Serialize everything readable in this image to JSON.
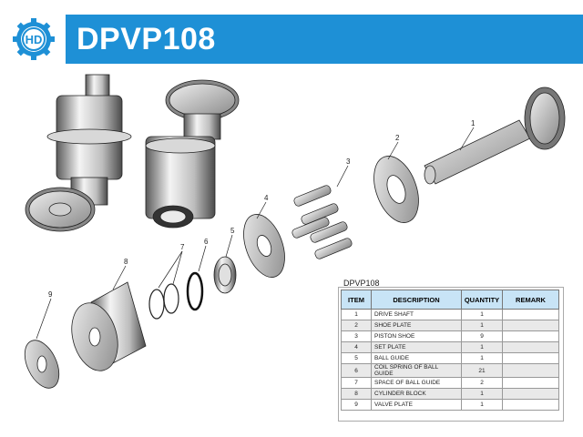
{
  "header": {
    "title": "DPVP108",
    "logo_text": "HD"
  },
  "callouts": [
    "1",
    "2",
    "3",
    "4",
    "5",
    "6",
    "7",
    "8",
    "9"
  ],
  "parts_table": {
    "caption": "DPVP108",
    "columns": [
      "ITEM",
      "DESCRIPTION",
      "QUANTITY",
      "REMARK"
    ],
    "rows": [
      {
        "item": "1",
        "description": "DRIVE SHAFT",
        "quantity": "1",
        "remark": ""
      },
      {
        "item": "2",
        "description": "SHOE PLATE",
        "quantity": "1",
        "remark": ""
      },
      {
        "item": "3",
        "description": "PISTON SHOE",
        "quantity": "9",
        "remark": ""
      },
      {
        "item": "4",
        "description": "SET PLATE",
        "quantity": "1",
        "remark": ""
      },
      {
        "item": "5",
        "description": "BALL GUIDE",
        "quantity": "1",
        "remark": ""
      },
      {
        "item": "6",
        "description": "COIL SPRING OF BALL GUIDE",
        "quantity": "21",
        "remark": ""
      },
      {
        "item": "7",
        "description": "SPACE OF BALL GUIDE",
        "quantity": "2",
        "remark": ""
      },
      {
        "item": "8",
        "description": "CYLINDER BLOCK",
        "quantity": "1",
        "remark": ""
      },
      {
        "item": "9",
        "description": "VALVE PLATE",
        "quantity": "1",
        "remark": ""
      }
    ]
  },
  "colors": {
    "header_band": "#1e90d6",
    "table_header": "#c8e4f6"
  }
}
